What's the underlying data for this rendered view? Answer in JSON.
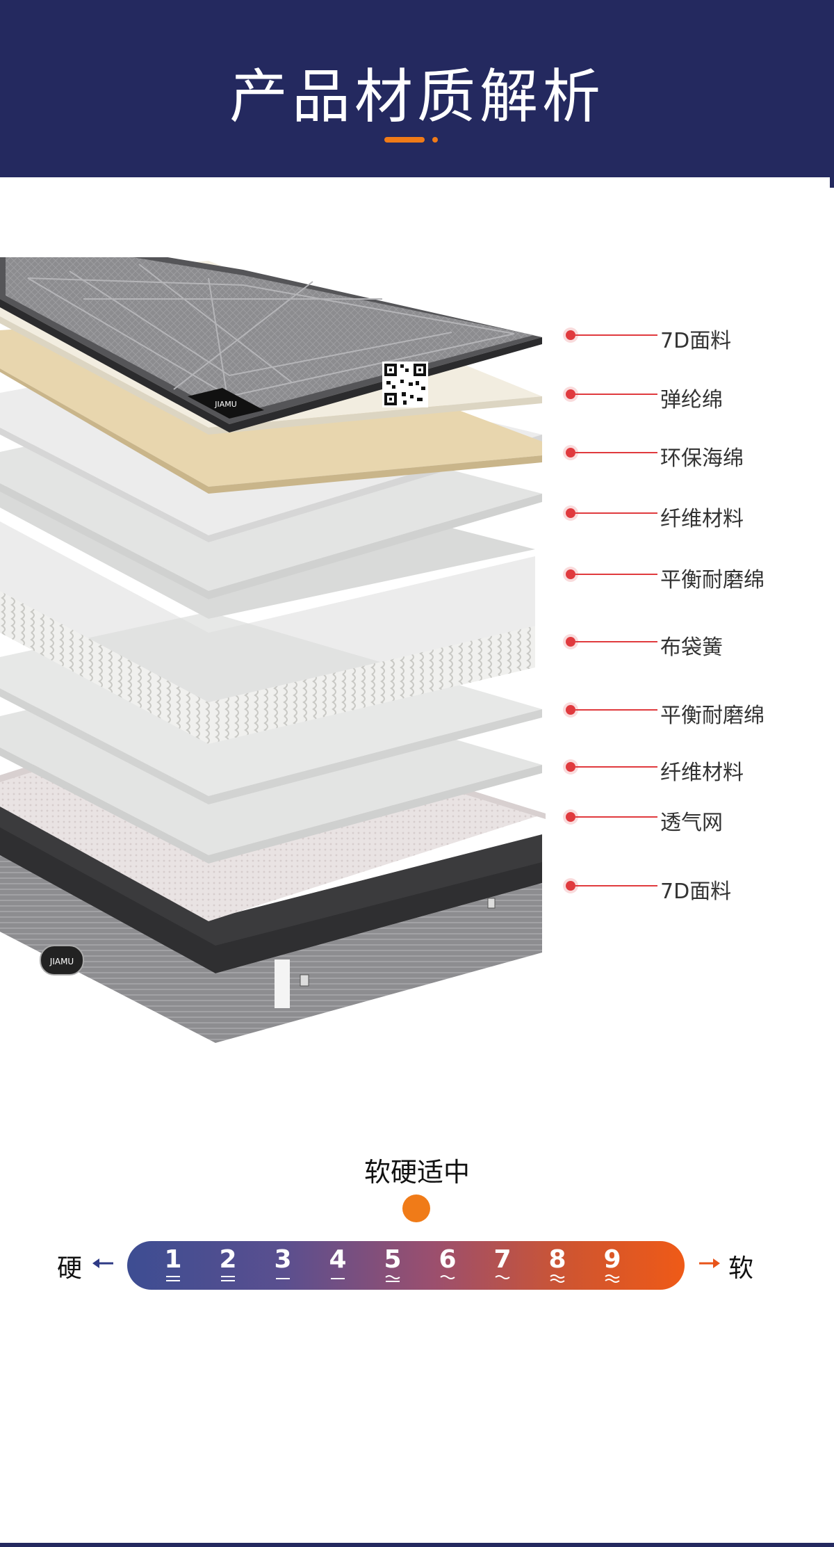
{
  "header": {
    "title": "产品材质解析"
  },
  "mattress_logo_text": "JIAMU",
  "layers": [
    {
      "label": "7D面料"
    },
    {
      "label": "弹纶绵"
    },
    {
      "label": "环保海绵"
    },
    {
      "label": "纤维材料"
    },
    {
      "label": "平衡耐磨绵"
    },
    {
      "label": "布袋簧"
    },
    {
      "label": "平衡耐磨绵"
    },
    {
      "label": "纤维材料"
    },
    {
      "label": "透气网"
    },
    {
      "label": "7D面料"
    }
  ],
  "firmness": {
    "caption": "软硬适中",
    "hard_label": "硬",
    "soft_label": "软",
    "scale": [
      "1",
      "2",
      "3",
      "4",
      "5",
      "6",
      "7",
      "8",
      "9"
    ],
    "current_level": 5
  },
  "colors": {
    "header_bg": "#24295f",
    "accent": "#f07b18",
    "label_red": "#e03a3e",
    "scale_start": "#3d4d92",
    "scale_end": "#ef5a17"
  },
  "icons": [
    "arrow-left-icon",
    "arrow-right-icon",
    "qr-code-icon"
  ]
}
